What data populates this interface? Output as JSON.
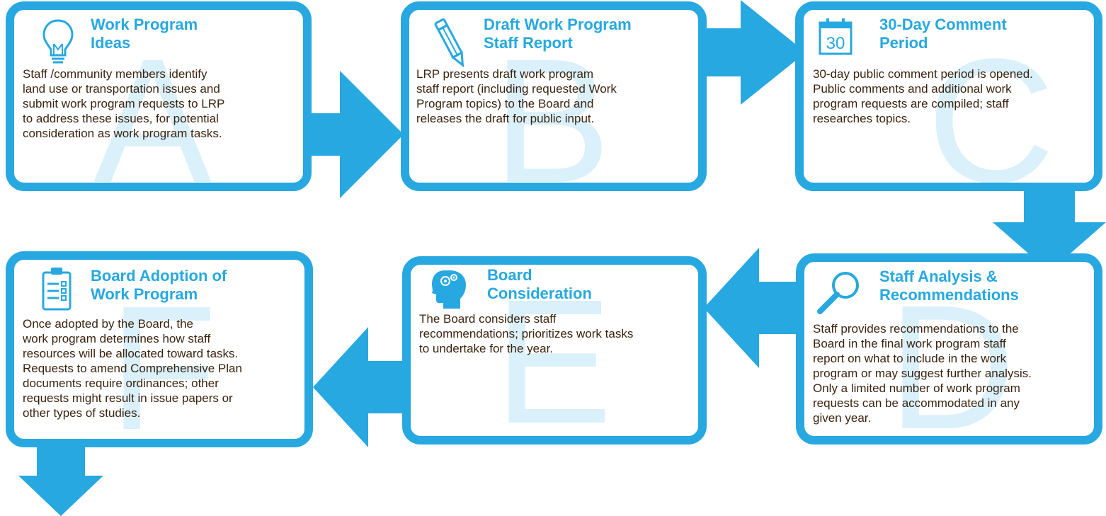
{
  "colors": {
    "accent": "#27a8e0",
    "letter_watermark": "#daf0fb",
    "body_text": "#3a2410"
  },
  "steps": [
    {
      "letter": "A",
      "icon": "lightbulb-icon",
      "title_line1": "Work Program",
      "title_line2": "Ideas",
      "body": [
        "Staff /community members identify",
        "land use or transportation issues and",
        "submit work program requests to LRP",
        "to address these issues, for potential",
        "consideration as work program tasks."
      ]
    },
    {
      "letter": "B",
      "icon": "pencil-icon",
      "title_line1": "Draft Work Program",
      "title_line2": "Staff Report",
      "body": [
        "LRP presents draft work program",
        "staff report (including requested Work",
        "Program topics) to the Board and",
        "releases the draft for public input."
      ]
    },
    {
      "letter": "C",
      "icon": "calendar-icon",
      "icon_text": "30",
      "title_line1": "30-Day Comment",
      "title_line2": "Period",
      "body": [
        "30-day public comment period is opened.",
        "Public comments and additional work",
        "program requests are compiled; staff",
        "researches topics."
      ]
    },
    {
      "letter": "D",
      "icon": "magnifier-icon",
      "title_line1": "Staff Analysis &",
      "title_line2": "Recommendations",
      "body": [
        "Staff provides recommendations to the",
        "Board in the final work program staff",
        "report on what to include in the work",
        "program or may suggest further analysis.",
        "Only a limited number of work program",
        "requests can be accommodated in any",
        "given year."
      ]
    },
    {
      "letter": "E",
      "icon": "head-gears-icon",
      "title_line1": "Board",
      "title_line2": "Consideration",
      "body": [
        "The Board considers staff",
        "recommendations; prioritizes work tasks",
        "to undertake for the year."
      ]
    },
    {
      "letter": "F",
      "icon": "clipboard-icon",
      "title_line1": "Board Adoption of",
      "title_line2": "Work Program",
      "body": [
        "Once adopted by the Board, the",
        "work program determines how staff",
        "resources will be allocated toward tasks.",
        "Requests to amend Comprehensive Plan",
        "documents require ordinances; other",
        "requests might result in issue papers or",
        "other types of studies."
      ]
    }
  ]
}
